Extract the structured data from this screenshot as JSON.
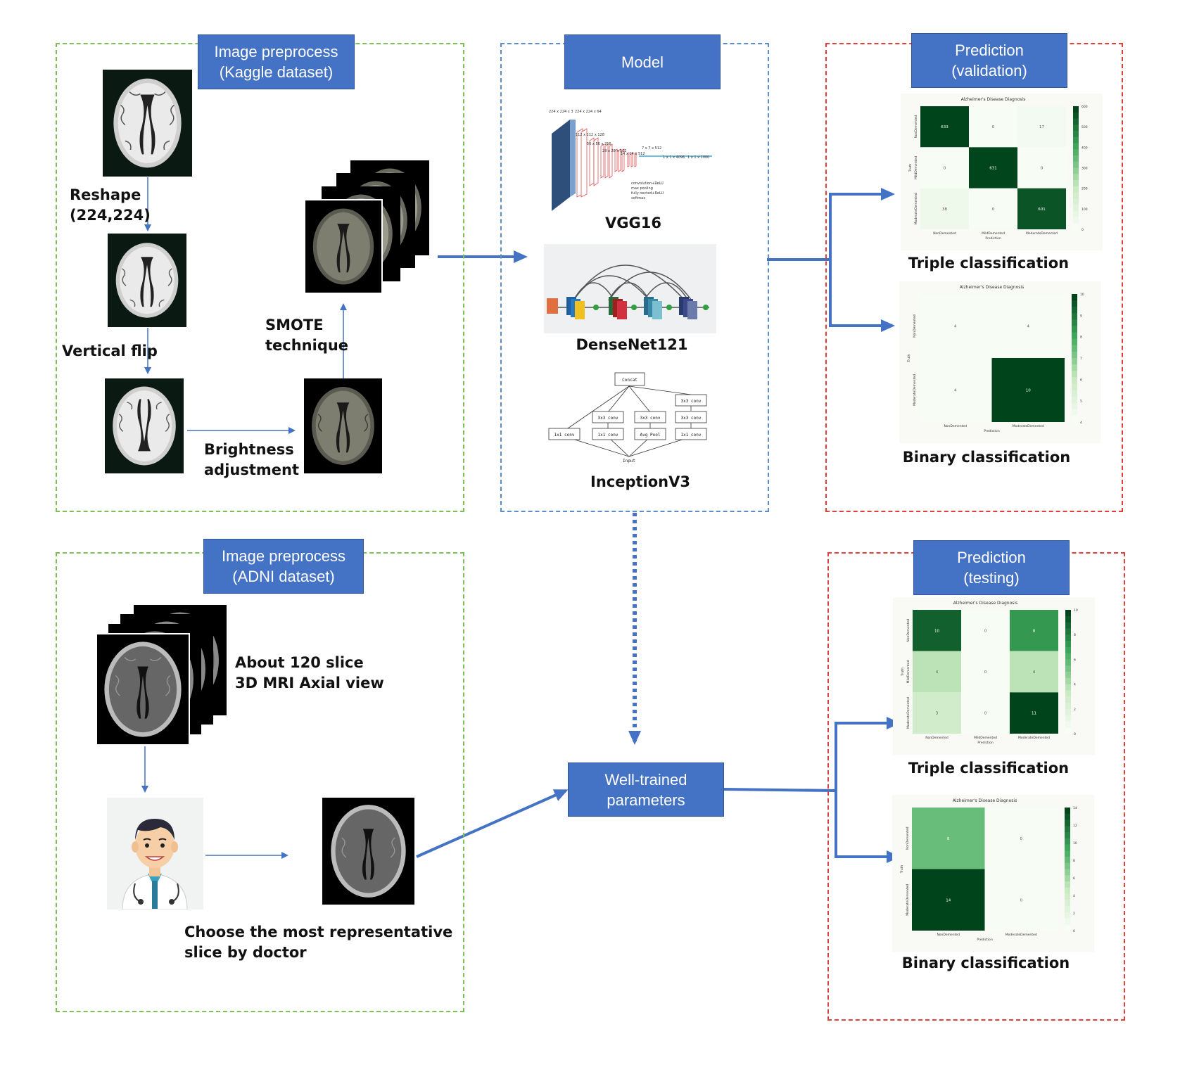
{
  "panels": {
    "kaggle": {
      "title_line1": "Image preprocess",
      "title_line2": "(Kaggle dataset)"
    },
    "model": {
      "title": "Model"
    },
    "validation": {
      "title_line1": "Prediction",
      "title_line2": "(validation)"
    },
    "adni": {
      "title_line1": "Image preprocess",
      "title_line2": "(ADNI dataset)"
    },
    "testing": {
      "title_line1": "Prediction",
      "title_line2": "(testing)"
    }
  },
  "steps": {
    "reshape_line1": "Reshape",
    "reshape_line2": "(224,224)",
    "vertical_flip": "Vertical flip",
    "brightness_line1": "Brightness",
    "brightness_line2": "adjustment",
    "smote_line1": "SMOTE",
    "smote_line2": "technique",
    "adni_slices_line1": "About 120 slice",
    "adni_slices_line2": "3D MRI Axial view",
    "doctor_line1": "Choose the most representative",
    "doctor_line2": "slice by doctor"
  },
  "models": {
    "vgg16": "VGG16",
    "densenet": "DenseNet121",
    "inception": "InceptionV3",
    "inception_boxes": {
      "concat": "Concat",
      "conv3": "3x3 conv",
      "conv1": "1x1 conv",
      "avgpool": "Avg Pool",
      "input": "Input"
    },
    "vgg_dims": [
      "224 x 224 x 3",
      "224 x 224 x 64",
      "112 x 112 x 128",
      "56 x 56 x 256",
      "28 x 28 x 512",
      "14 x 14 x 512",
      "7 x 7 x 512",
      "1 x 1 x 4096",
      "1 x 1 x 1000"
    ],
    "vgg_legend": [
      "convolution+ReLU",
      "max pooling",
      "fully nected+ReLU",
      "softmax"
    ]
  },
  "well_trained": {
    "line1": "Well-trained",
    "line2": "parameters"
  },
  "results": {
    "val_triple": "Triple classification",
    "val_binary": "Binary classification",
    "test_triple": "Triple classification",
    "test_binary": "Binary classification"
  },
  "matrices": {
    "chart_title": "Alzheimer's Disease Diagnosis",
    "xlabel": "Prediction",
    "ylabel": "Truth",
    "colors": {
      "dark": "#00441b",
      "mid": "#41ab5d",
      "light": "#c7e9c0",
      "pale": "#f7fcf5"
    },
    "val_triple": {
      "rows": [
        "NonDemented",
        "MildDemented",
        "ModerateDemented"
      ],
      "cols": [
        "NonDemented",
        "MildDemented",
        "ModerateDemented"
      ],
      "values": [
        [
          633,
          0,
          17
        ],
        [
          0,
          631,
          0
        ],
        [
          38,
          0,
          601
        ]
      ],
      "ticks": [
        "600",
        "500",
        "400",
        "300",
        "200",
        "100",
        "0"
      ]
    },
    "val_binary": {
      "rows": [
        "NonDemented",
        "ModerateDemented"
      ],
      "cols": [
        "NonDemented",
        "ModerateDemented"
      ],
      "values": [
        [
          4,
          4
        ],
        [
          4,
          10
        ]
      ],
      "ticks": [
        "10",
        "9",
        "8",
        "7",
        "6",
        "5",
        "4"
      ]
    },
    "test_triple": {
      "rows": [
        "NonDemented",
        "MildDemented",
        "ModerateDemented"
      ],
      "cols": [
        "NonDemented",
        "MildDemented",
        "ModerateDemented"
      ],
      "values": [
        [
          10,
          0,
          8
        ],
        [
          4,
          0,
          4
        ],
        [
          3,
          0,
          11
        ]
      ],
      "ticks": [
        "10",
        "8",
        "6",
        "4",
        "2",
        "0"
      ]
    },
    "test_binary": {
      "rows": [
        "NonDemented",
        "ModerateDemented"
      ],
      "cols": [
        "NonDemented",
        "ModerateDemented"
      ],
      "values": [
        [
          8,
          0
        ],
        [
          14,
          0
        ]
      ],
      "ticks": [
        "14",
        "12",
        "10",
        "8",
        "6",
        "4",
        "2",
        "0"
      ]
    }
  }
}
